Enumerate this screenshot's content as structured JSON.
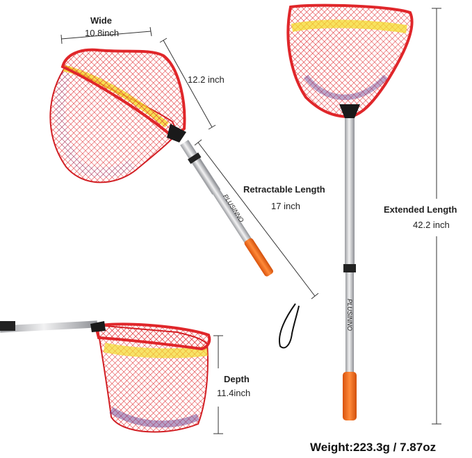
{
  "brand": "PLUSINNO",
  "dimensions": {
    "wide": {
      "title": "Wide",
      "value": "10.8inch"
    },
    "length": {
      "value": "12.2 inch"
    },
    "retractable": {
      "title": "Retractable Length",
      "value": "17 inch"
    },
    "extended": {
      "title": "Extended Length",
      "value": "42.2 inch"
    },
    "depth": {
      "title": "Depth",
      "value": "11.4inch"
    }
  },
  "weight": "Weight:223.3g / 7.87oz",
  "colors": {
    "net_red": "#e0262a",
    "net_yellow": "#f4d928",
    "net_purple": "#5a3d8c",
    "handle_silver": "#c8c9cc",
    "grip_orange": "#f26a1b",
    "dim_line": "#333333"
  }
}
